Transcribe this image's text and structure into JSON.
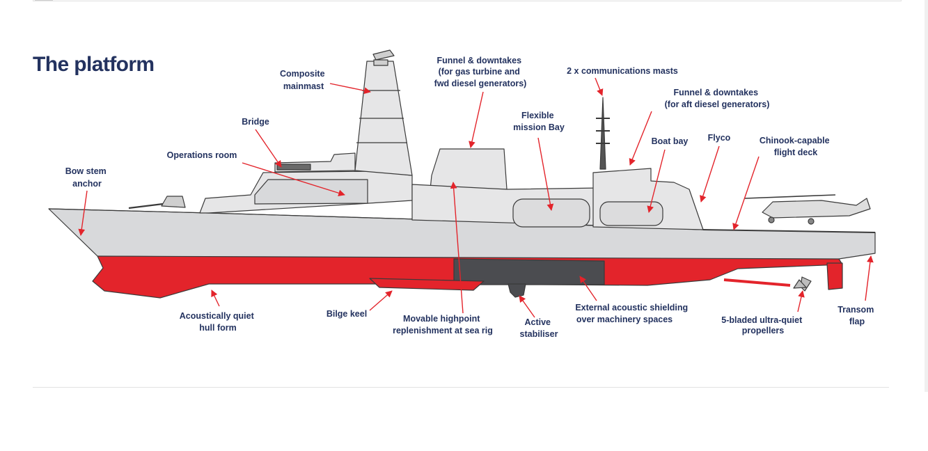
{
  "page": {
    "title": "The platform"
  },
  "colors": {
    "title": "#23325f",
    "label": "#23325f",
    "arrow": "#e3242b",
    "hull_red": "#e3242b",
    "hull_grey": "#d8d9db",
    "shielding": "#4b4c50"
  },
  "labels": [
    {
      "id": "bow-stem-anchor",
      "lines": [
        "Bow stem",
        "anchor"
      ]
    },
    {
      "id": "operations-room",
      "lines": [
        "Operations room"
      ]
    },
    {
      "id": "bridge",
      "lines": [
        "Bridge"
      ]
    },
    {
      "id": "composite-mainmast",
      "lines": [
        "Composite",
        "mainmast"
      ]
    },
    {
      "id": "funnel-downtakes-fwd",
      "lines": [
        "Funnel & downtakes",
        "(for gas turbine and",
        "fwd diesel generators)"
      ]
    },
    {
      "id": "communications-masts",
      "lines": [
        "2 x communications masts"
      ]
    },
    {
      "id": "flexible-mission-bay",
      "lines": [
        "Flexible",
        "mission Bay"
      ]
    },
    {
      "id": "funnel-downtakes-aft",
      "lines": [
        "Funnel & downtakes",
        "(for aft diesel generators)"
      ]
    },
    {
      "id": "boat-bay",
      "lines": [
        "Boat bay"
      ]
    },
    {
      "id": "flyco",
      "lines": [
        "Flyco"
      ]
    },
    {
      "id": "chinook-flight-deck",
      "lines": [
        "Chinook-capable",
        "flight deck"
      ]
    },
    {
      "id": "acoustically-quiet-hull",
      "lines": [
        "Acoustically quiet",
        "hull form"
      ]
    },
    {
      "id": "bilge-keel",
      "lines": [
        "Bilge keel"
      ]
    },
    {
      "id": "replenishment-rig",
      "lines": [
        "Movable highpoint",
        "replenishment at sea rig"
      ]
    },
    {
      "id": "active-stabiliser",
      "lines": [
        "Active",
        "stabiliser"
      ]
    },
    {
      "id": "acoustic-shielding",
      "lines": [
        "External acoustic shielding",
        "over machinery spaces"
      ]
    },
    {
      "id": "propellers",
      "lines": [
        "5-bladed ultra-quiet",
        "propellers"
      ]
    },
    {
      "id": "transom-flap",
      "lines": [
        "Transom",
        "flap"
      ]
    }
  ]
}
